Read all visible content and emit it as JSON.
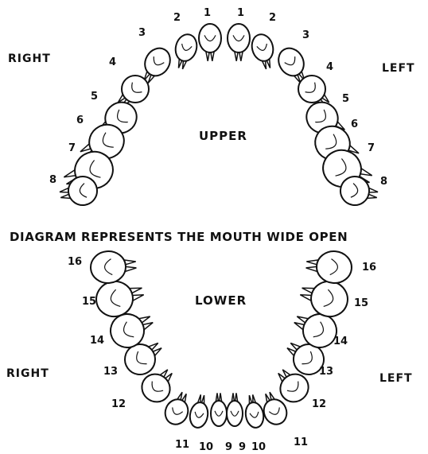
{
  "labels": {
    "right_upper": "RIGHT",
    "left_upper": "LEFT",
    "upper": "UPPER",
    "note": "DIAGRAM REPRESENTS THE MOUTH WIDE OPEN",
    "lower": "LOWER",
    "right_lower": "RIGHT",
    "left_lower": "LEFT"
  },
  "upper_right_numbers": [
    "1",
    "2",
    "3",
    "4",
    "5",
    "6",
    "7",
    "8"
  ],
  "upper_left_numbers": [
    "1",
    "2",
    "3",
    "4",
    "5",
    "6",
    "7",
    "8"
  ],
  "lower_right_numbers": [
    "9",
    "10",
    "11",
    "12",
    "13",
    "14",
    "15",
    "16"
  ],
  "lower_left_numbers": [
    "9",
    "10",
    "11",
    "12",
    "13",
    "14",
    "15",
    "16"
  ]
}
